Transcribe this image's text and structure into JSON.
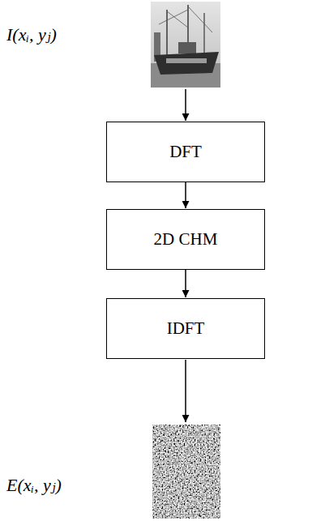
{
  "diagram": {
    "nodes": [
      {
        "text": [
          "DFT"
        ]
      },
      {
        "text": [
          "2D CHM"
        ]
      },
      {
        "text": [
          "IDFT"
        ]
      }
    ],
    "edges": [
      {
        "from": 0,
        "to": 1,
        "arrow": "to"
      },
      {
        "from": 1,
        "to": 2,
        "arrow": "to"
      }
    ],
    "labels": [
      "I(xᵢ, yⱼ)",
      "E(xᵢ, yⱼ)"
    ]
  }
}
